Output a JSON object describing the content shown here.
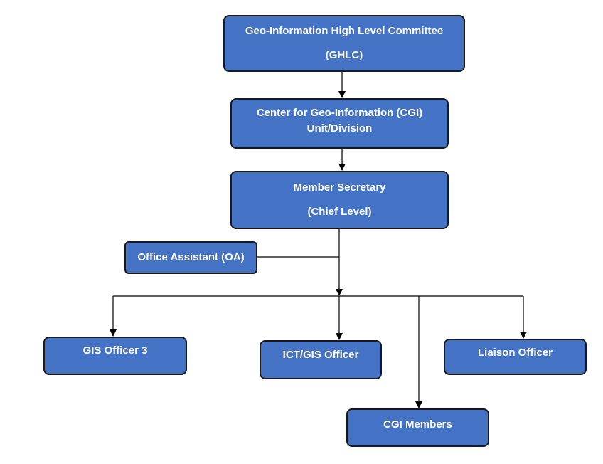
{
  "diagram": {
    "type": "org-chart",
    "nodes": {
      "ghlc": {
        "line1": "Geo-Information High Level Committee",
        "line2": "(GHLC)"
      },
      "cgi": {
        "line1": "Center for Geo-Information (CGI)",
        "line2": "Unit/Division"
      },
      "member_secretary": {
        "line1": "Member Secretary",
        "line2": "(Chief Level)"
      },
      "office_assistant": {
        "line1": "Office Assistant (OA)"
      },
      "gis_officer_3": {
        "line1": "GIS Officer 3"
      },
      "ict_gis_officer": {
        "line1": "ICT/GIS Officer"
      },
      "liaison_officer": {
        "line1": "Liaison Officer"
      },
      "cgi_members": {
        "line1": "CGI Members"
      }
    },
    "edges": [
      {
        "from": "ghlc",
        "to": "cgi"
      },
      {
        "from": "cgi",
        "to": "member_secretary"
      },
      {
        "from": "member_secretary",
        "to": "office_assistant"
      },
      {
        "from": "member_secretary",
        "to": "gis_officer_3"
      },
      {
        "from": "member_secretary",
        "to": "ict_gis_officer"
      },
      {
        "from": "member_secretary",
        "to": "liaison_officer"
      },
      {
        "from": "member_secretary",
        "to": "cgi_members"
      }
    ],
    "colors": {
      "node_fill": "#4472C4",
      "node_border": "#1a1a1a",
      "node_text": "#ffffff",
      "connector": "#000000"
    }
  }
}
